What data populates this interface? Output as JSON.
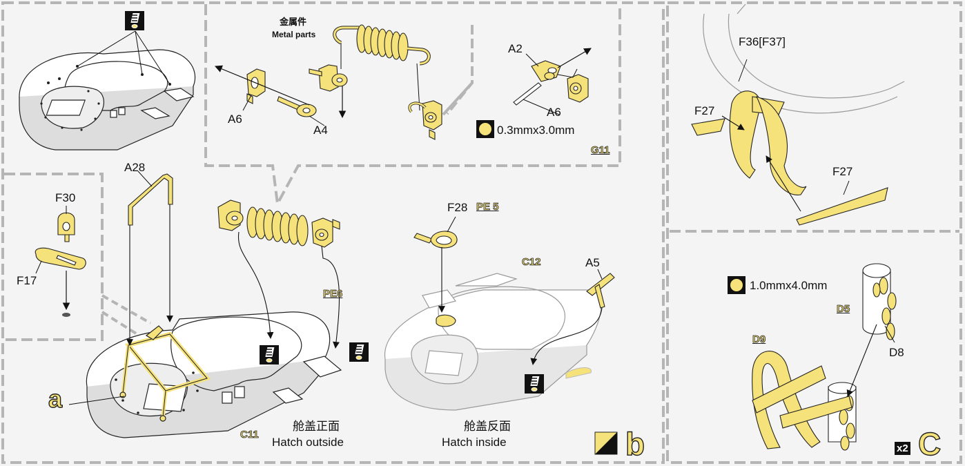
{
  "colors": {
    "part": "#f6e27a",
    "outline": "#1a1a1a",
    "frame": "#b5b5b5",
    "background": "#f4f4f4",
    "hatch_line": "#aaaaaa"
  },
  "icons": {
    "glue_marker": "black square with white hatched glue tube",
    "drill_marker": "black square with yellow circle",
    "panel_flag": "black/yellow diagonal square",
    "quantity_badge": "black square with white text"
  },
  "panel_b": {
    "metal_callout": {
      "metal_cn": "金属件",
      "metal_en": "Metal parts",
      "label_a6": "A6",
      "label_a4": "A4",
      "label_a2": "A2",
      "label_a6b": "A6",
      "wire_size": "0.3mmx3.0mm",
      "part_ref": "G11"
    },
    "inset": {
      "label_f30": "F30",
      "label_f17": "F17"
    },
    "outside": {
      "label_a28": "A28",
      "ref_pe6": "PE6",
      "ref_c11": "C11",
      "letter_a": "a",
      "title_cn": "舱盖正面",
      "title_en": "Hatch outside"
    },
    "inside": {
      "label_f28": "F28",
      "ref_pe5": "PE 5",
      "ref_c12": "C12",
      "label_a5": "A5",
      "title_cn": "舱盖反面",
      "title_en": "Hatch inside"
    },
    "panel_letter": "b"
  },
  "panel_c": {
    "label_f36": "F36[F37]",
    "label_f27_a": "F27",
    "label_f27_b": "F27",
    "rod_size": "1.0mmx4.0mm",
    "ref_d5": "D5",
    "ref_d9": "D9",
    "label_d8": "D8",
    "quantity": "x2",
    "panel_letter": "C"
  }
}
